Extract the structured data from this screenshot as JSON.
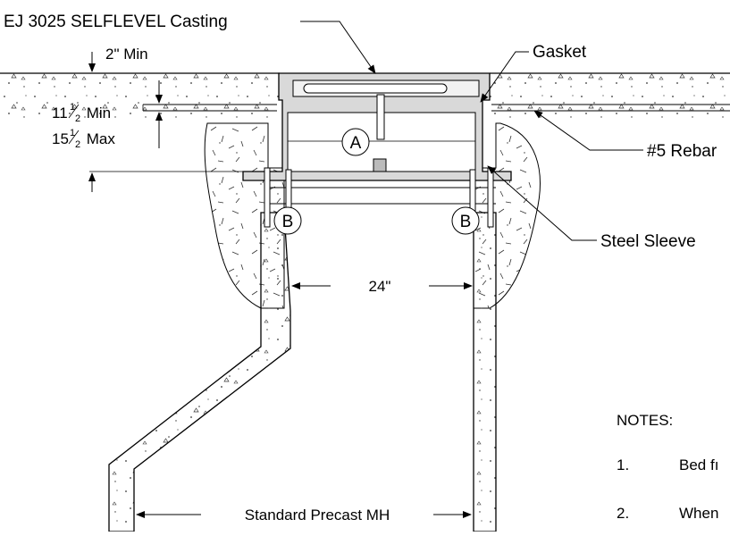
{
  "drawing": {
    "callouts": {
      "casting": "EJ 3025 SELFLEVEL Casting",
      "gasket": "Gasket",
      "rebar": "#5 Rebar",
      "steel_sleeve": "Steel Sleeve"
    },
    "dimensions": {
      "cover_min": "2\" Min",
      "depth_min_whole": "11",
      "depth_min_rest": " Min",
      "depth_max_whole": "15",
      "depth_max_rest": " Max",
      "frac_num": "1",
      "frac_den": "2",
      "opening": "24\"",
      "manhole": "Standard Precast MH"
    },
    "markers": {
      "a": "A",
      "b_left": "B",
      "b_right": "B"
    },
    "notes": {
      "heading": "NOTES:",
      "items": [
        {
          "num": "1.",
          "text": "Bed fı"
        },
        {
          "num": "2.",
          "text": "When"
        }
      ]
    }
  }
}
